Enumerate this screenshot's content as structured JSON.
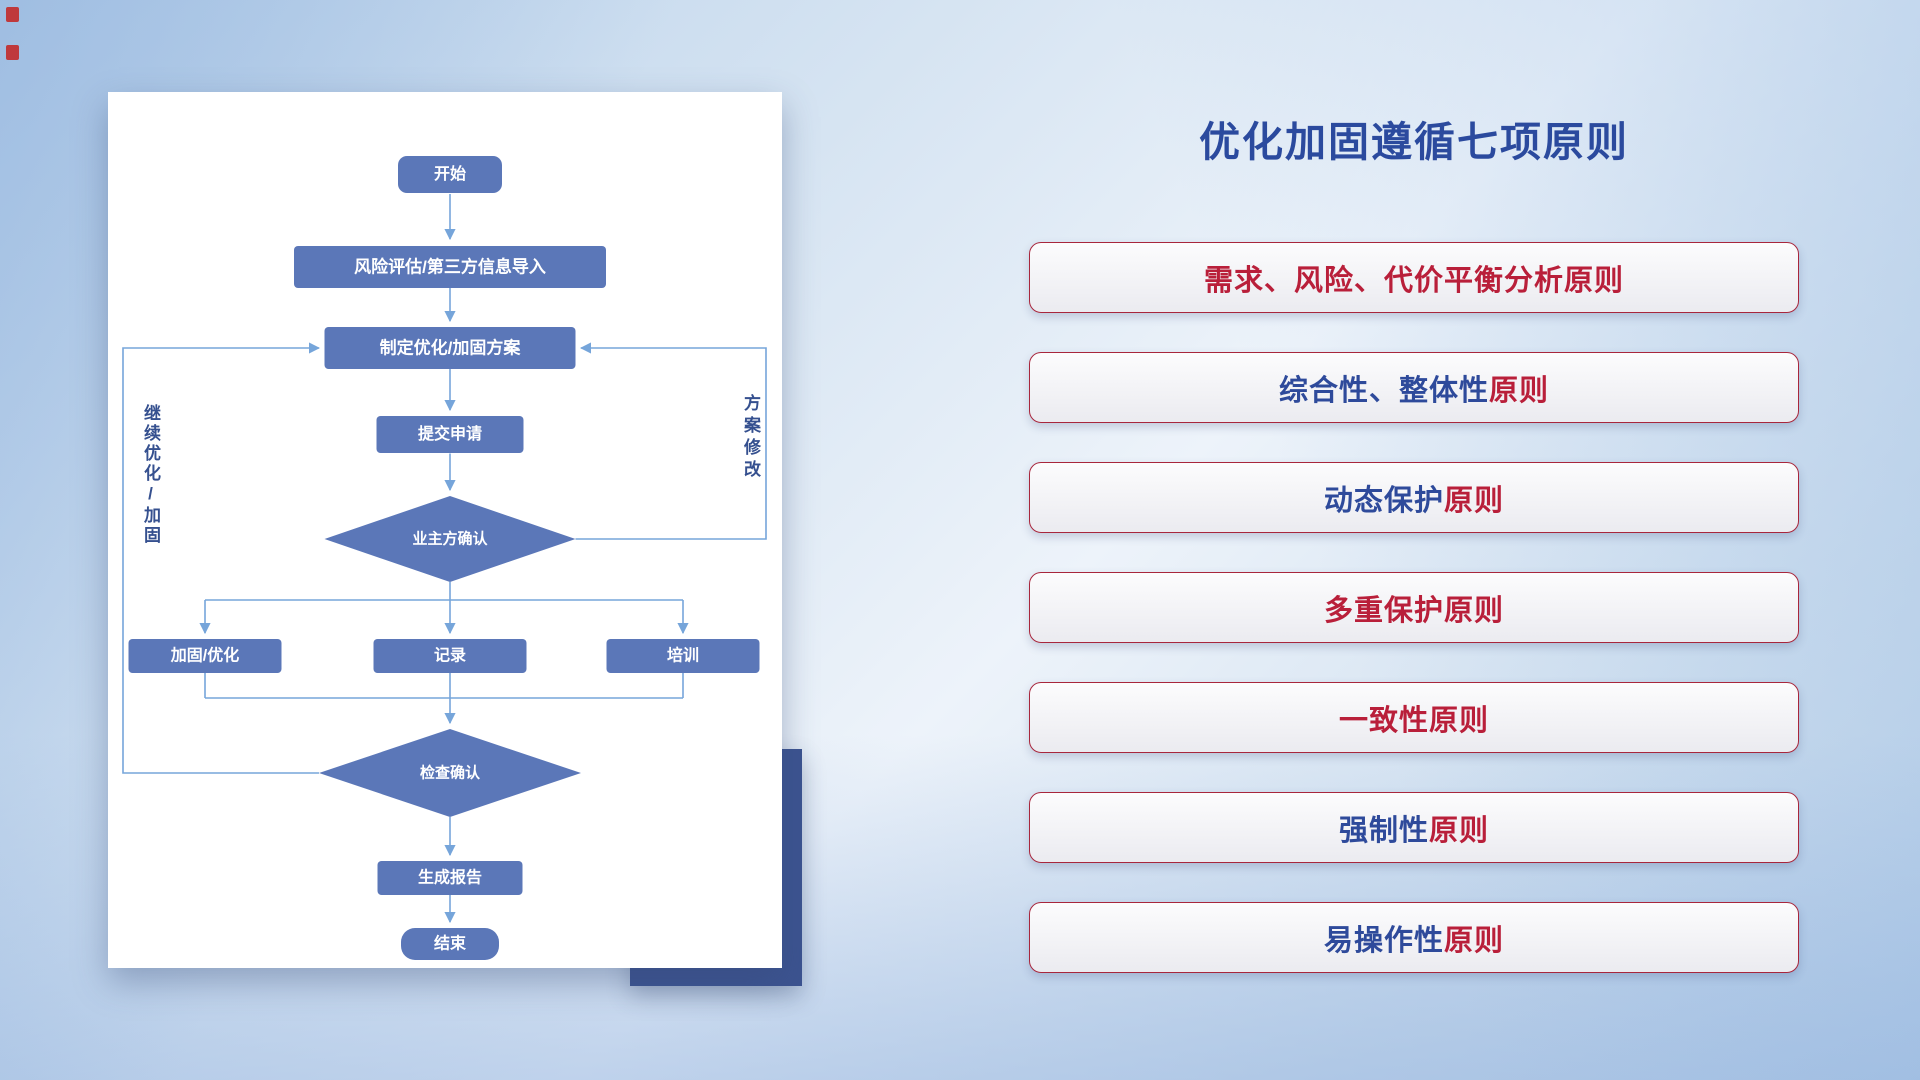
{
  "slide": {
    "title": "优化加固遵循七项原则"
  },
  "colors": {
    "red": "#b91f3a",
    "blue": "#2e4a9b",
    "node_fill": "#5b77b8",
    "line": "#76a5da",
    "title_blue": "#2b4a9e",
    "accent_rect": "#3c5390"
  },
  "flowchart": {
    "nodes": {
      "start": "开始",
      "risk_import": "风险评估/第三方信息导入",
      "make_plan": "制定优化/加固方案",
      "submit": "提交申请",
      "owner_confirm": "业主方确认",
      "reinforce": "加固/优化",
      "record": "记录",
      "training": "培训",
      "check_confirm": "检查确认",
      "report": "生成报告",
      "end": "结束"
    },
    "loop_labels": {
      "left": "继续优化/加固",
      "right": "方案修改"
    }
  },
  "principles": {
    "items": [
      {
        "segments": [
          {
            "text": "需求、风险、代价平衡分析原则",
            "color": "red"
          }
        ]
      },
      {
        "segments": [
          {
            "text": "综合性、整体性",
            "color": "blue"
          },
          {
            "text": "原则",
            "color": "red"
          }
        ]
      },
      {
        "segments": [
          {
            "text": "动态保护",
            "color": "blue"
          },
          {
            "text": "原则",
            "color": "red"
          }
        ]
      },
      {
        "segments": [
          {
            "text": "多重保护原则",
            "color": "red"
          }
        ]
      },
      {
        "segments": [
          {
            "text": "一致性原则",
            "color": "red"
          }
        ]
      },
      {
        "segments": [
          {
            "text": "强制性",
            "color": "blue"
          },
          {
            "text": "原则",
            "color": "red"
          }
        ]
      },
      {
        "segments": [
          {
            "text": "易操作性",
            "color": "blue"
          },
          {
            "text": "原则",
            "color": "red"
          }
        ]
      }
    ]
  }
}
